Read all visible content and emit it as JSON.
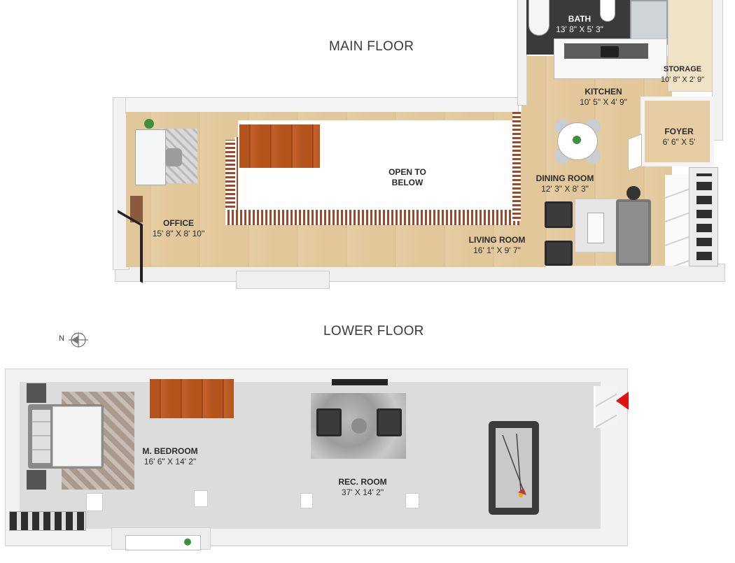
{
  "floors": {
    "main": {
      "title": "MAIN FLOOR"
    },
    "lower": {
      "title": "LOWER FLOOR"
    }
  },
  "rooms": {
    "bath": {
      "name": "BATH",
      "dims": "13' 8\" X 5' 3\""
    },
    "storage": {
      "name": "STORAGE",
      "dims": "10' 8\" X 2' 9\""
    },
    "kitchen": {
      "name": "KITCHEN",
      "dims": "10' 5\" X 4' 9\""
    },
    "foyer": {
      "name": "FOYER",
      "dims": "6' 6\" X 5'"
    },
    "dining": {
      "name": "DINING ROOM",
      "dims": "12' 3\" X 8' 3\""
    },
    "open": {
      "name": "OPEN TO",
      "name2": "BELOW"
    },
    "office": {
      "name": "OFFICE",
      "dims": "15' 8\" X 8' 10\""
    },
    "living": {
      "name": "LIVING ROOM",
      "dims": "16' 1\" X 9' 7\""
    },
    "bedroom": {
      "name": "M. BEDROOM",
      "dims": "16' 6\" X 14' 2\""
    },
    "rec": {
      "name": "REC. ROOM",
      "dims": "37' X 14' 2\""
    }
  },
  "compass": {
    "letter": "N",
    "icon": "compass-north-icon"
  },
  "colors": {
    "wood_floor": "#e2c79a",
    "stairs": "#b5531c",
    "carpet": "#dcdcdc",
    "entry_marker": "#e01010"
  }
}
